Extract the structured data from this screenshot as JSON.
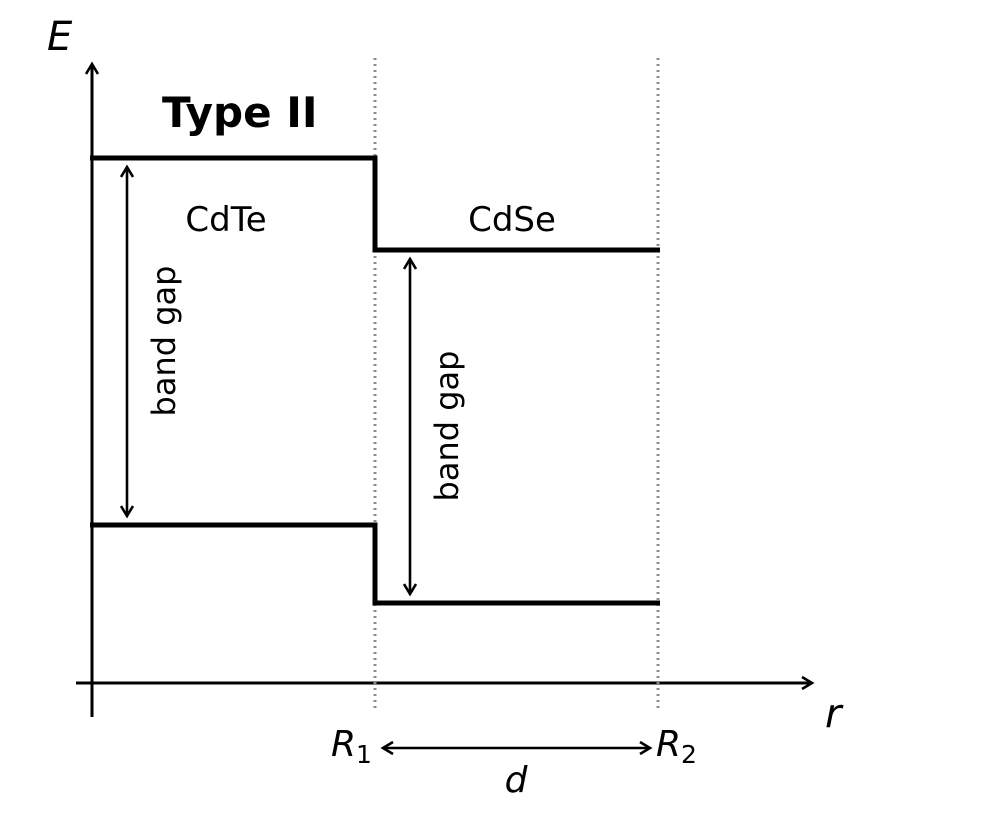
{
  "title": "Type II",
  "axes": {
    "y_label": "E",
    "x_label": "r"
  },
  "materials": {
    "core": "CdTe",
    "shell": "CdSe"
  },
  "band_gap_label": "band gap",
  "radii": {
    "r1_main": "R",
    "r1_sub": "1",
    "r2_main": "R",
    "r2_sub": "2"
  },
  "thickness_label": "d",
  "colors": {
    "lines": "#000000",
    "boundaries": "#8c8c8c"
  }
}
